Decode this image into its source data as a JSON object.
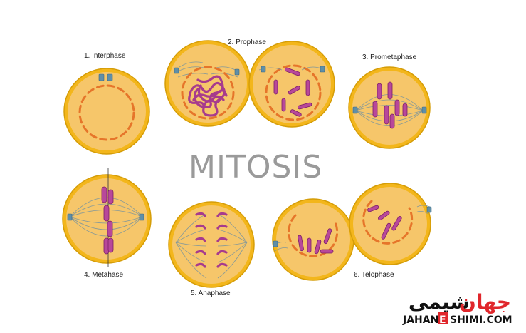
{
  "title": "MITOSIS",
  "stages": [
    {
      "id": "interphase",
      "label": "1. Interphase"
    },
    {
      "id": "prophase",
      "label": "2. Prophase"
    },
    {
      "id": "prometaphase",
      "label": "3. Prometaphase"
    },
    {
      "id": "metaphase",
      "label": "4. Metahase"
    },
    {
      "id": "anaphase",
      "label": "5. Anaphase"
    },
    {
      "id": "telophase",
      "label": "6. Telophase"
    }
  ],
  "logo": {
    "persian_left": "جهان",
    "persian_right": "شیمی",
    "latin_left": "JAHAN",
    "latin_mid": "E",
    "latin_right": "SHIMI.COM",
    "colors": {
      "black": "#111111",
      "red": "#e0262b"
    }
  },
  "colors": {
    "cell": "#f3b61b",
    "cytoplasm": "#f6c66a",
    "envelope": "#e6752a",
    "chromosome": "#b8489a",
    "centrosome": "#5f8fa8",
    "title": "#9a9a9a"
  }
}
